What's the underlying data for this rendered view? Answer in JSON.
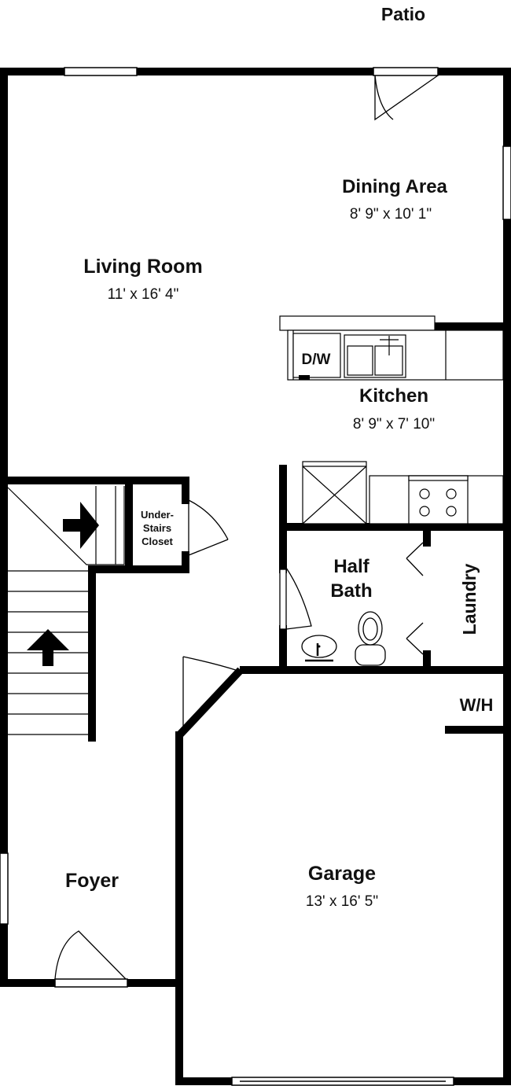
{
  "floorplan": {
    "patio": {
      "name": "Patio"
    },
    "dining": {
      "name": "Dining Area",
      "dims": "8' 9\" x 10' 1\""
    },
    "living": {
      "name": "Living Room",
      "dims": "11' x 16' 4\""
    },
    "kitchen": {
      "name": "Kitchen",
      "dims": "8' 9\" x 7' 10\"",
      "dishwasher": "D/W"
    },
    "closet": {
      "line1": "Under-",
      "line2": "Stairs",
      "line3": "Closet"
    },
    "half_bath": {
      "line1": "Half",
      "line2": "Bath"
    },
    "laundry": {
      "name": "Laundry"
    },
    "water_heater": {
      "name": "W/H"
    },
    "foyer": {
      "name": "Foyer"
    },
    "garage": {
      "name": "Garage",
      "dims": "13' x 16' 5\""
    }
  }
}
